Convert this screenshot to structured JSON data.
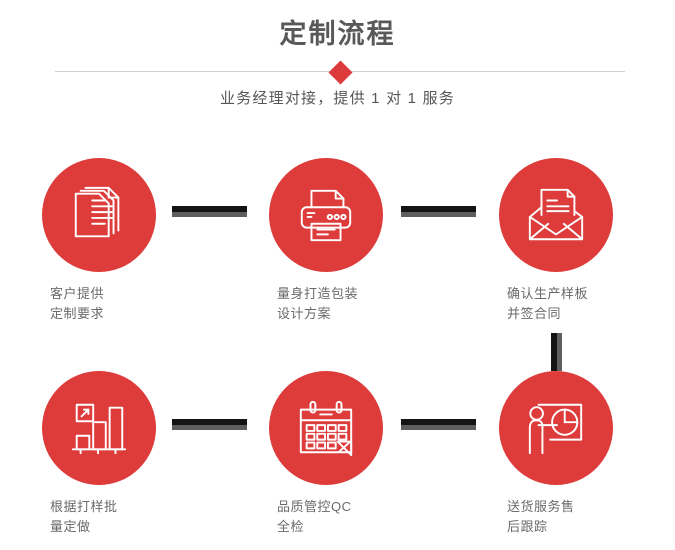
{
  "header": {
    "title": "定制流程",
    "subtitle": "业务经理对接，提供 1 对 1 服务",
    "divider_icon": "diamond-icon"
  },
  "theme": {
    "accent_red": "#de3b3b",
    "title_gray": "#595959",
    "caption_gray": "#6a6a6a",
    "connector_black": "#141414",
    "connector_gray": "#5e5e5e",
    "divider_gray": "#cfcfcf",
    "background": "#ffffff"
  },
  "steps": [
    {
      "index": "1",
      "icon": "documents-stack-icon",
      "caption": "客户提供\n定制要求"
    },
    {
      "index": "2",
      "icon": "printer-icon",
      "caption": "量身打造包装\n设计方案"
    },
    {
      "index": "3",
      "icon": "open-envelope-letter-icon",
      "caption": "确认生产样板\n并签合同"
    },
    {
      "index": "4",
      "icon": "bar-chart-growth-icon",
      "caption": "根据打样批\n量定做"
    },
    {
      "index": "5",
      "icon": "calendar-check-icon",
      "caption": "品质管控QC\n全检"
    },
    {
      "index": "6",
      "icon": "presenter-pie-chart-icon",
      "caption": "送货服务售\n后跟踪"
    }
  ],
  "connectors": [
    {
      "name": "connector-step1-step2",
      "orientation": "horizontal"
    },
    {
      "name": "connector-step2-step3",
      "orientation": "horizontal"
    },
    {
      "name": "connector-step3-step6",
      "orientation": "vertical"
    },
    {
      "name": "connector-step4-step5",
      "orientation": "horizontal"
    },
    {
      "name": "connector-step5-step6",
      "orientation": "horizontal"
    }
  ]
}
